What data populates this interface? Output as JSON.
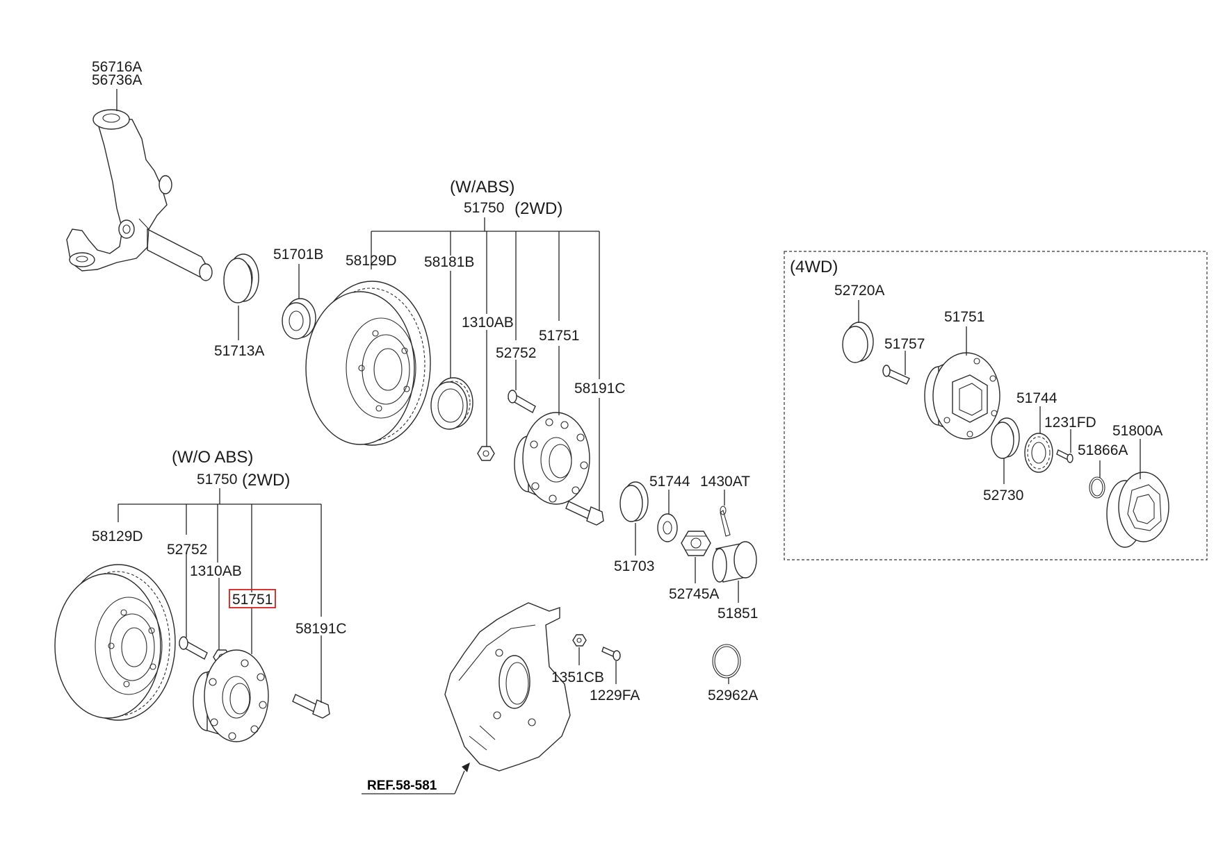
{
  "groups": {
    "with_abs": "(W/ABS)",
    "with_abs_2wd": "(2WD)",
    "without_abs": "(W/O ABS)",
    "without_abs_2wd": "(2WD)",
    "four_wd": "(4WD)"
  },
  "labels": {
    "p56716A": "56716A",
    "p56736A": "56736A",
    "p51713A": "51713A",
    "p51701B": "51701B",
    "p58129D_abs": "58129D",
    "p58181B": "58181B",
    "p51750_abs": "51750",
    "p1310AB_abs": "1310AB",
    "p52752_abs": "52752",
    "p51751_abs": "51751",
    "p58191C_abs": "58191C",
    "p51744": "51744",
    "p1430AT": "1430AT",
    "p51703": "51703",
    "p52745A": "52745A",
    "p51851": "51851",
    "p1351CB": "1351CB",
    "p1229FA": "1229FA",
    "p52962A": "52962A",
    "p51750_noabs": "51750",
    "p58129D_noabs": "58129D",
    "p52752_noabs": "52752",
    "p1310AB_noabs": "1310AB",
    "p51751_noabs": "51751",
    "p58191C_noabs": "58191C",
    "p52720A": "52720A",
    "p51751_4wd": "51751",
    "p51757": "51757",
    "p51744_4wd": "51744",
    "p1231FD": "1231FD",
    "p51800A": "51800A",
    "p51866A": "51866A",
    "p52730": "52730"
  },
  "ref": "REF.58-581",
  "highlight_color": "#d42020"
}
